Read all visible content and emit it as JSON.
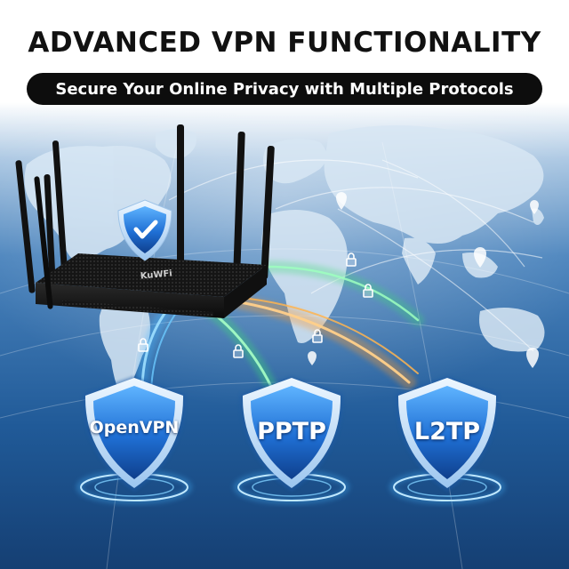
{
  "headline": "ADVANCED VPN FUNCTIONALITY",
  "subheadline": "Secure Your Online Privacy with Multiple Protocols",
  "router": {
    "brand": "KuWFi"
  },
  "protocols": [
    {
      "label": "OpenVPN"
    },
    {
      "label": "PPTP"
    },
    {
      "label": "L2TP"
    }
  ],
  "colors": {
    "background_top": "#ffffff",
    "background_ocean": "#1f5a9a",
    "map_land": "#d6e6f3",
    "shield_blue": "#1e6fd6",
    "stream_blue": "#47b6ff",
    "stream_green": "#3ddc74",
    "stream_orange": "#ff9a2a",
    "pill_bg": "#0d0d0d"
  },
  "icons": [
    "shield-check-icon",
    "lock-icon",
    "location-pin-icon"
  ]
}
